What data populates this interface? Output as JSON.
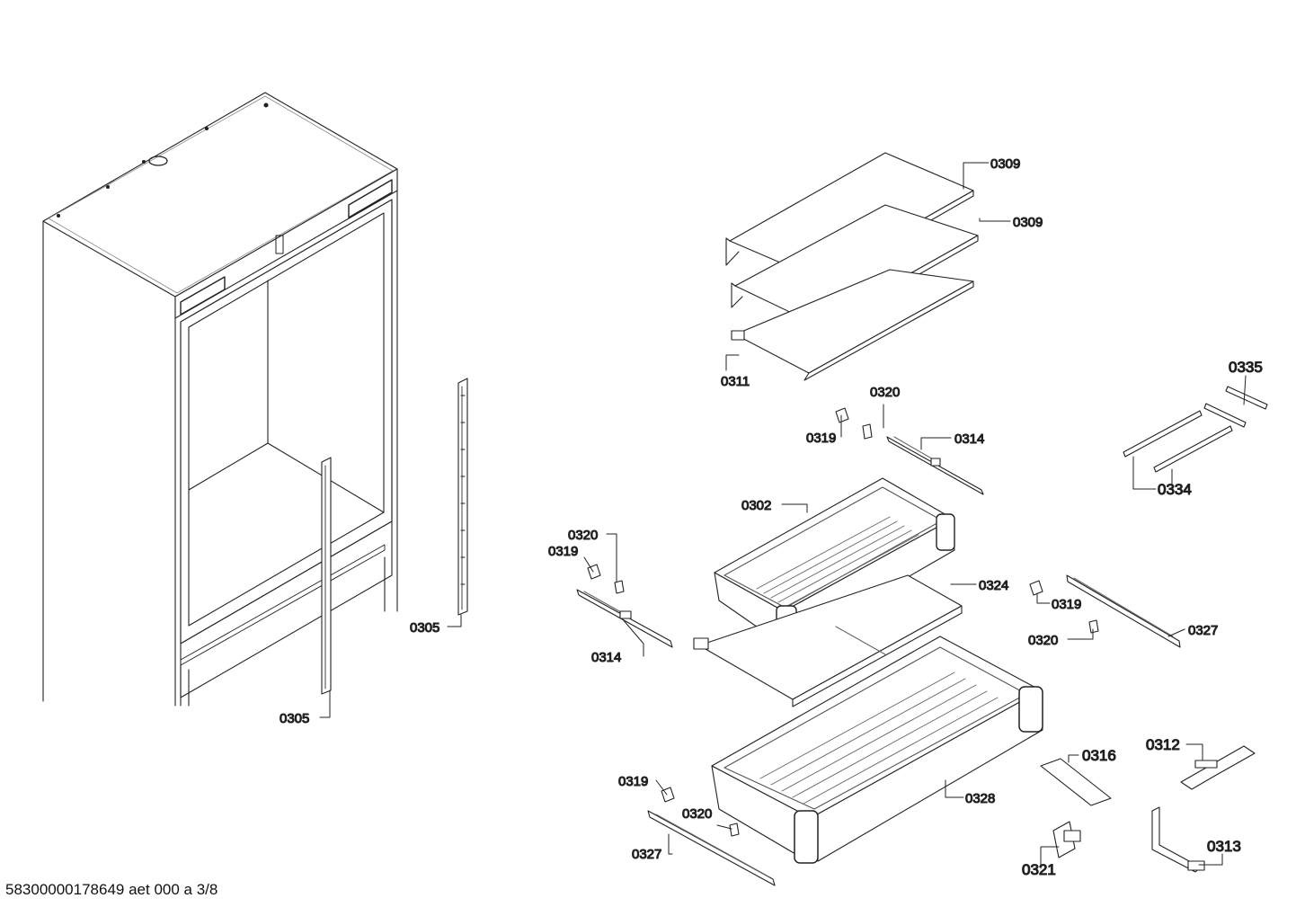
{
  "diagram": {
    "part_labels": {
      "p0309a": "0309",
      "p0309b": "0309",
      "p0311": "0311",
      "p0335": "0335",
      "p0334": "0334",
      "p0320a": "0320",
      "p0319a": "0319",
      "p0314a": "0314",
      "p0302": "0302",
      "p0320b": "0320",
      "p0319b": "0319",
      "p0324": "0324",
      "p0319c": "0319",
      "p0327a": "0327",
      "p0320c": "0320",
      "p0314b": "0314",
      "p0305a": "0305",
      "p0305b": "0305",
      "p0316": "0316",
      "p0312": "0312",
      "p0328": "0328",
      "p0319d": "0319",
      "p0320d": "0320",
      "p0327b": "0327",
      "p0313": "0313",
      "p0321": "0321"
    },
    "footer": "58300000178649 aet 000 a 3/8"
  }
}
